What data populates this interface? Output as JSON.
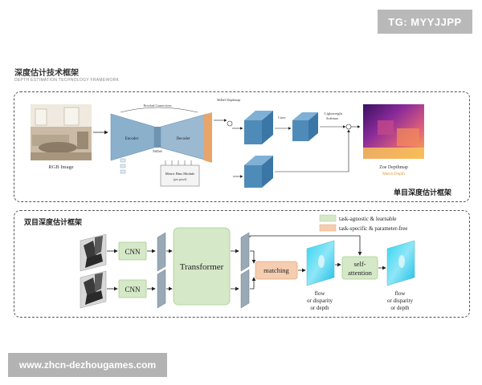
{
  "watermarks": {
    "top": "TG: MYYJJPP",
    "bottom": "www.zhcn-dezhougames.com"
  },
  "header": {
    "title": "深度估计技术框架",
    "subtitle": "DEPTH ESTIMATION TECHNOLOGY FRAMEWORK"
  },
  "mono": {
    "panel_label": "单目深度估计框架",
    "input_label": "RGB Image",
    "output_label": "Zoe Depthmap",
    "output_sublabel": "MetricDepth",
    "encoder": "Encoder",
    "decoder": "Decoder",
    "midas": "MiDaS",
    "residual": "Residual Connections",
    "midas_depthmap": "MiDaS Depthmap",
    "metric_bins": "Metric Bins Module",
    "per_pixel": "(per pixel)",
    "conv": "Conv",
    "lightweight": "Lightweight",
    "softmax": "Softmax"
  },
  "stereo": {
    "panel_label": "双目深度估计框架",
    "legend": [
      "task-agnostic & learnable",
      "task-specific & parameter-free"
    ],
    "cnn": "CNN",
    "transformer": "Transformer",
    "matching": "matching",
    "self_attention": [
      "self-",
      "attention"
    ],
    "outputs": [
      "flow",
      "or disparity",
      "or depth"
    ]
  },
  "colors": {
    "green": "#d5e8c8",
    "green_border": "#a8cc8f",
    "orange": "#f5cdb0",
    "orange_border": "#e6a77d",
    "cube": "#4f8bb8",
    "encoder": "#8ab0cc",
    "decoder": "#e7a56a"
  }
}
